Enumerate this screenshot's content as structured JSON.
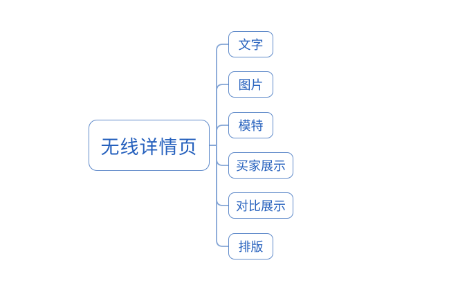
{
  "diagram": {
    "type": "mindmap",
    "root": {
      "label": "无线详情页"
    },
    "children": [
      {
        "label": "文字"
      },
      {
        "label": "图片"
      },
      {
        "label": "模特"
      },
      {
        "label": "买家展示"
      },
      {
        "label": "对比展示"
      },
      {
        "label": "排版"
      }
    ],
    "colors": {
      "node_border": "#5e89c9",
      "node_text": "#2560bd",
      "connector_line": "#85a6d6",
      "background": "#ffffff"
    }
  }
}
